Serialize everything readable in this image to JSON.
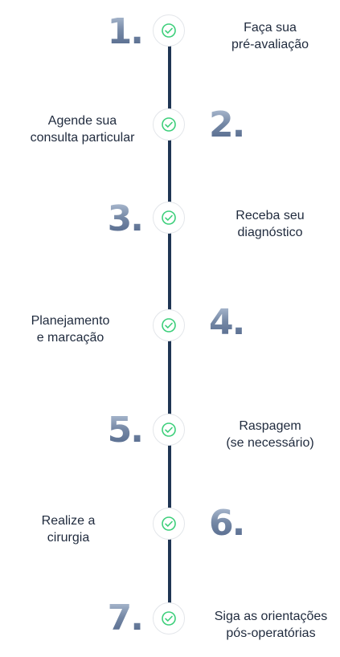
{
  "steps": [
    {
      "number": "1.",
      "line1": "Faça sua",
      "line2": "pré-avaliação",
      "icon": "check-icon"
    },
    {
      "number": "2.",
      "line1": "Agende sua",
      "line2": "consulta particular",
      "icon": "check-icon"
    },
    {
      "number": "3.",
      "line1": "Receba seu",
      "line2": "diagnóstico",
      "icon": "check-icon"
    },
    {
      "number": "4.",
      "line1": "Planejamento",
      "line2": "e marcação",
      "icon": "check-icon"
    },
    {
      "number": "5.",
      "line1": "Raspagem",
      "line2": "(se necessário)",
      "icon": "check-icon"
    },
    {
      "number": "6.",
      "line1": "Realize a",
      "line2": "cirurgia",
      "icon": "check-icon"
    },
    {
      "number": "7.",
      "line1": "Siga as orientações",
      "line2": "pós-operatórias",
      "icon": "check-icon"
    }
  ],
  "colors": {
    "line": "#1f3553",
    "check": "#3ccf7a",
    "number_gradient_top": "#aebdd2",
    "number_gradient_bottom": "#51668a",
    "text": "#1f2a3d"
  }
}
